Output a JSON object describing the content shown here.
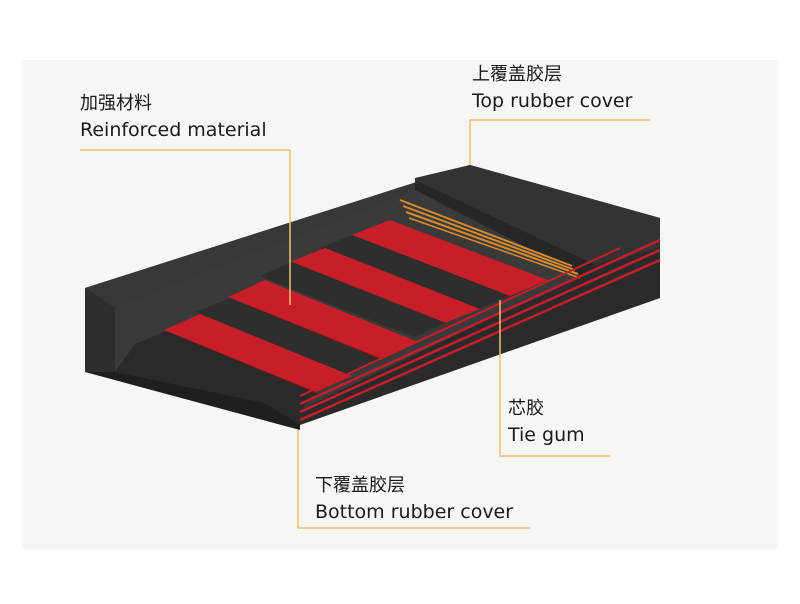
{
  "labels": {
    "reinforced": {
      "cn": "加强材料",
      "en": "Reinforced material"
    },
    "top_cover": {
      "cn": "上覆盖胶层",
      "en": "Top  rubber  cover"
    },
    "tie_gum": {
      "cn": "芯胶",
      "en": "Tie gum"
    },
    "bottom_cover": {
      "cn": "下覆盖胶层",
      "en": "Bottom  rubber  cover"
    }
  },
  "colors": {
    "rubber_top": "#3b3b3b",
    "rubber_side": "#2c2c2c",
    "rubber_dark": "#222222",
    "reinforcement_red": "#c81e28",
    "reinforcement_red_dark": "#8c1419",
    "fabric_orange": "#d98a2c",
    "leader_line": "#f0c070"
  }
}
